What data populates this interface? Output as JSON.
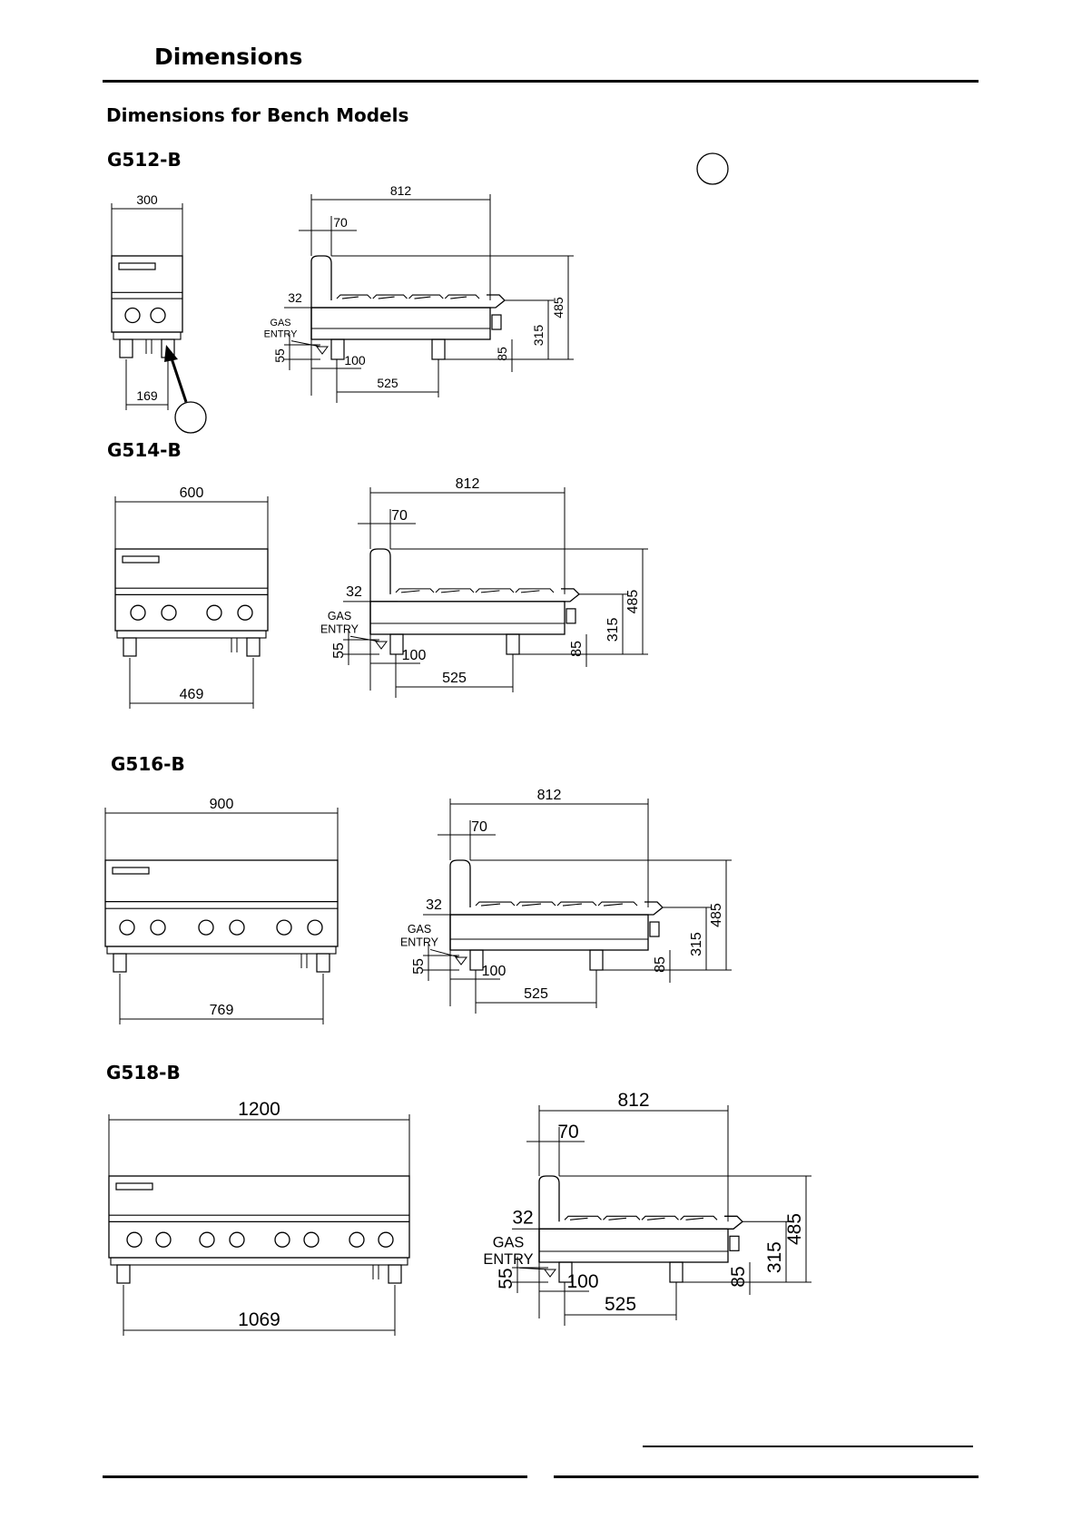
{
  "header": {
    "title": "Dimensions"
  },
  "section": {
    "title": "Dimensions for Bench Models"
  },
  "gas_label": {
    "line1": "GAS",
    "line2": "ENTRY"
  },
  "models": [
    {
      "name": "G512-B",
      "front": {
        "width": "300",
        "feet": "169"
      },
      "side": {
        "depth": "812",
        "splash": "70",
        "lip": "32",
        "height": "485",
        "body": "315",
        "leg": "85",
        "foot": "55",
        "offset": "100",
        "feetspan": "525"
      }
    },
    {
      "name": "G514-B",
      "front": {
        "width": "600",
        "feet": "469"
      },
      "side": {
        "depth": "812",
        "splash": "70",
        "lip": "32",
        "height": "485",
        "body": "315",
        "leg": "85",
        "foot": "55",
        "offset": "100",
        "feetspan": "525"
      }
    },
    {
      "name": "G516-B",
      "front": {
        "width": "900",
        "feet": "769"
      },
      "side": {
        "depth": "812",
        "splash": "70",
        "lip": "32",
        "height": "485",
        "body": "315",
        "leg": "85",
        "foot": "55",
        "offset": "100",
        "feetspan": "525"
      }
    },
    {
      "name": "G518-B",
      "front": {
        "width": "1200",
        "feet": "1069"
      },
      "side": {
        "depth": "812",
        "splash": "70",
        "lip": "32",
        "height": "485",
        "body": "315",
        "leg": "85",
        "foot": "55",
        "offset": "100",
        "feetspan": "525"
      }
    }
  ]
}
